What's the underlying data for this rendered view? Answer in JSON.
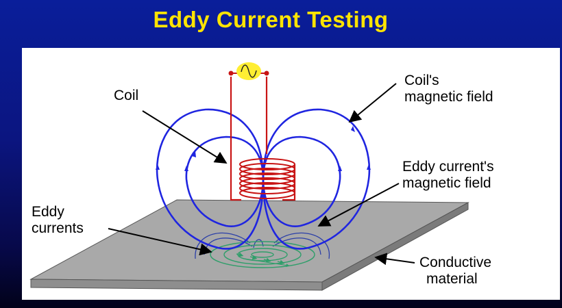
{
  "title": "Eddy Current Testing",
  "labels": {
    "coil": "Coil",
    "coil_field_line1": "Coil's",
    "coil_field_line2": "magnetic field",
    "eddy_field_line1": "Eddy current's",
    "eddy_field_line2": "magnetic field",
    "eddy_currents_line1": "Eddy",
    "eddy_currents_line2": "currents",
    "conductive_line1": "Conductive",
    "conductive_line2": "material"
  },
  "colors": {
    "background": "#0b1580",
    "title": "#ffe400",
    "coil": "#c81414",
    "coil_field": "#1f25e0",
    "eddy_field": "#2b3fa8",
    "eddy_currents": "#2f9e6a",
    "plate_top": "#a9a9a9",
    "source": "#ffee33"
  }
}
